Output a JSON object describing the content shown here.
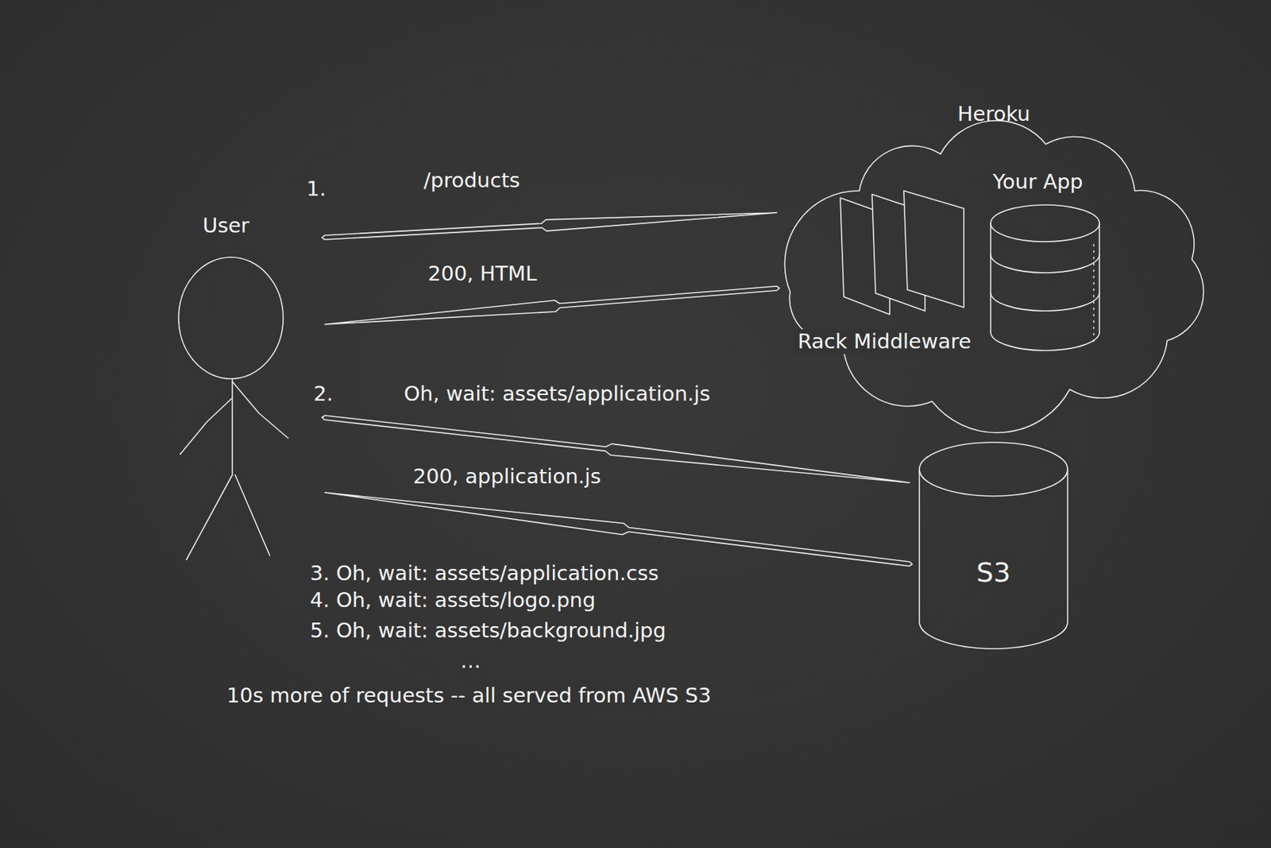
{
  "diagram": {
    "nodes": [
      {
        "text": [
          "User"
        ]
      },
      {
        "text": [
          "Heroku"
        ]
      },
      {
        "text": [
          "Rack Middleware"
        ],
        "in": 1
      },
      {
        "text": [
          "Your App"
        ],
        "in": 1
      },
      {
        "text": [
          "S3"
        ]
      }
    ],
    "edges": [
      {
        "from": 0,
        "to": 1,
        "label": "/products",
        "arrow": "to"
      },
      {
        "from": 1,
        "to": 0,
        "label": "200, HTML",
        "arrow": "to"
      },
      {
        "from": 0,
        "to": 4,
        "label": "Oh, wait: assets/application.js",
        "arrow": "to"
      },
      {
        "from": 4,
        "to": 0,
        "label": "200, application.js",
        "arrow": "to"
      }
    ],
    "labels": [
      "1.",
      "2.",
      "3. Oh, wait: assets/application.css",
      "4. Oh, wait: assets/logo.png",
      "5. Oh, wait: assets/background.jpg",
      "…",
      "10s more of requests -- all served from AWS S3"
    ]
  }
}
